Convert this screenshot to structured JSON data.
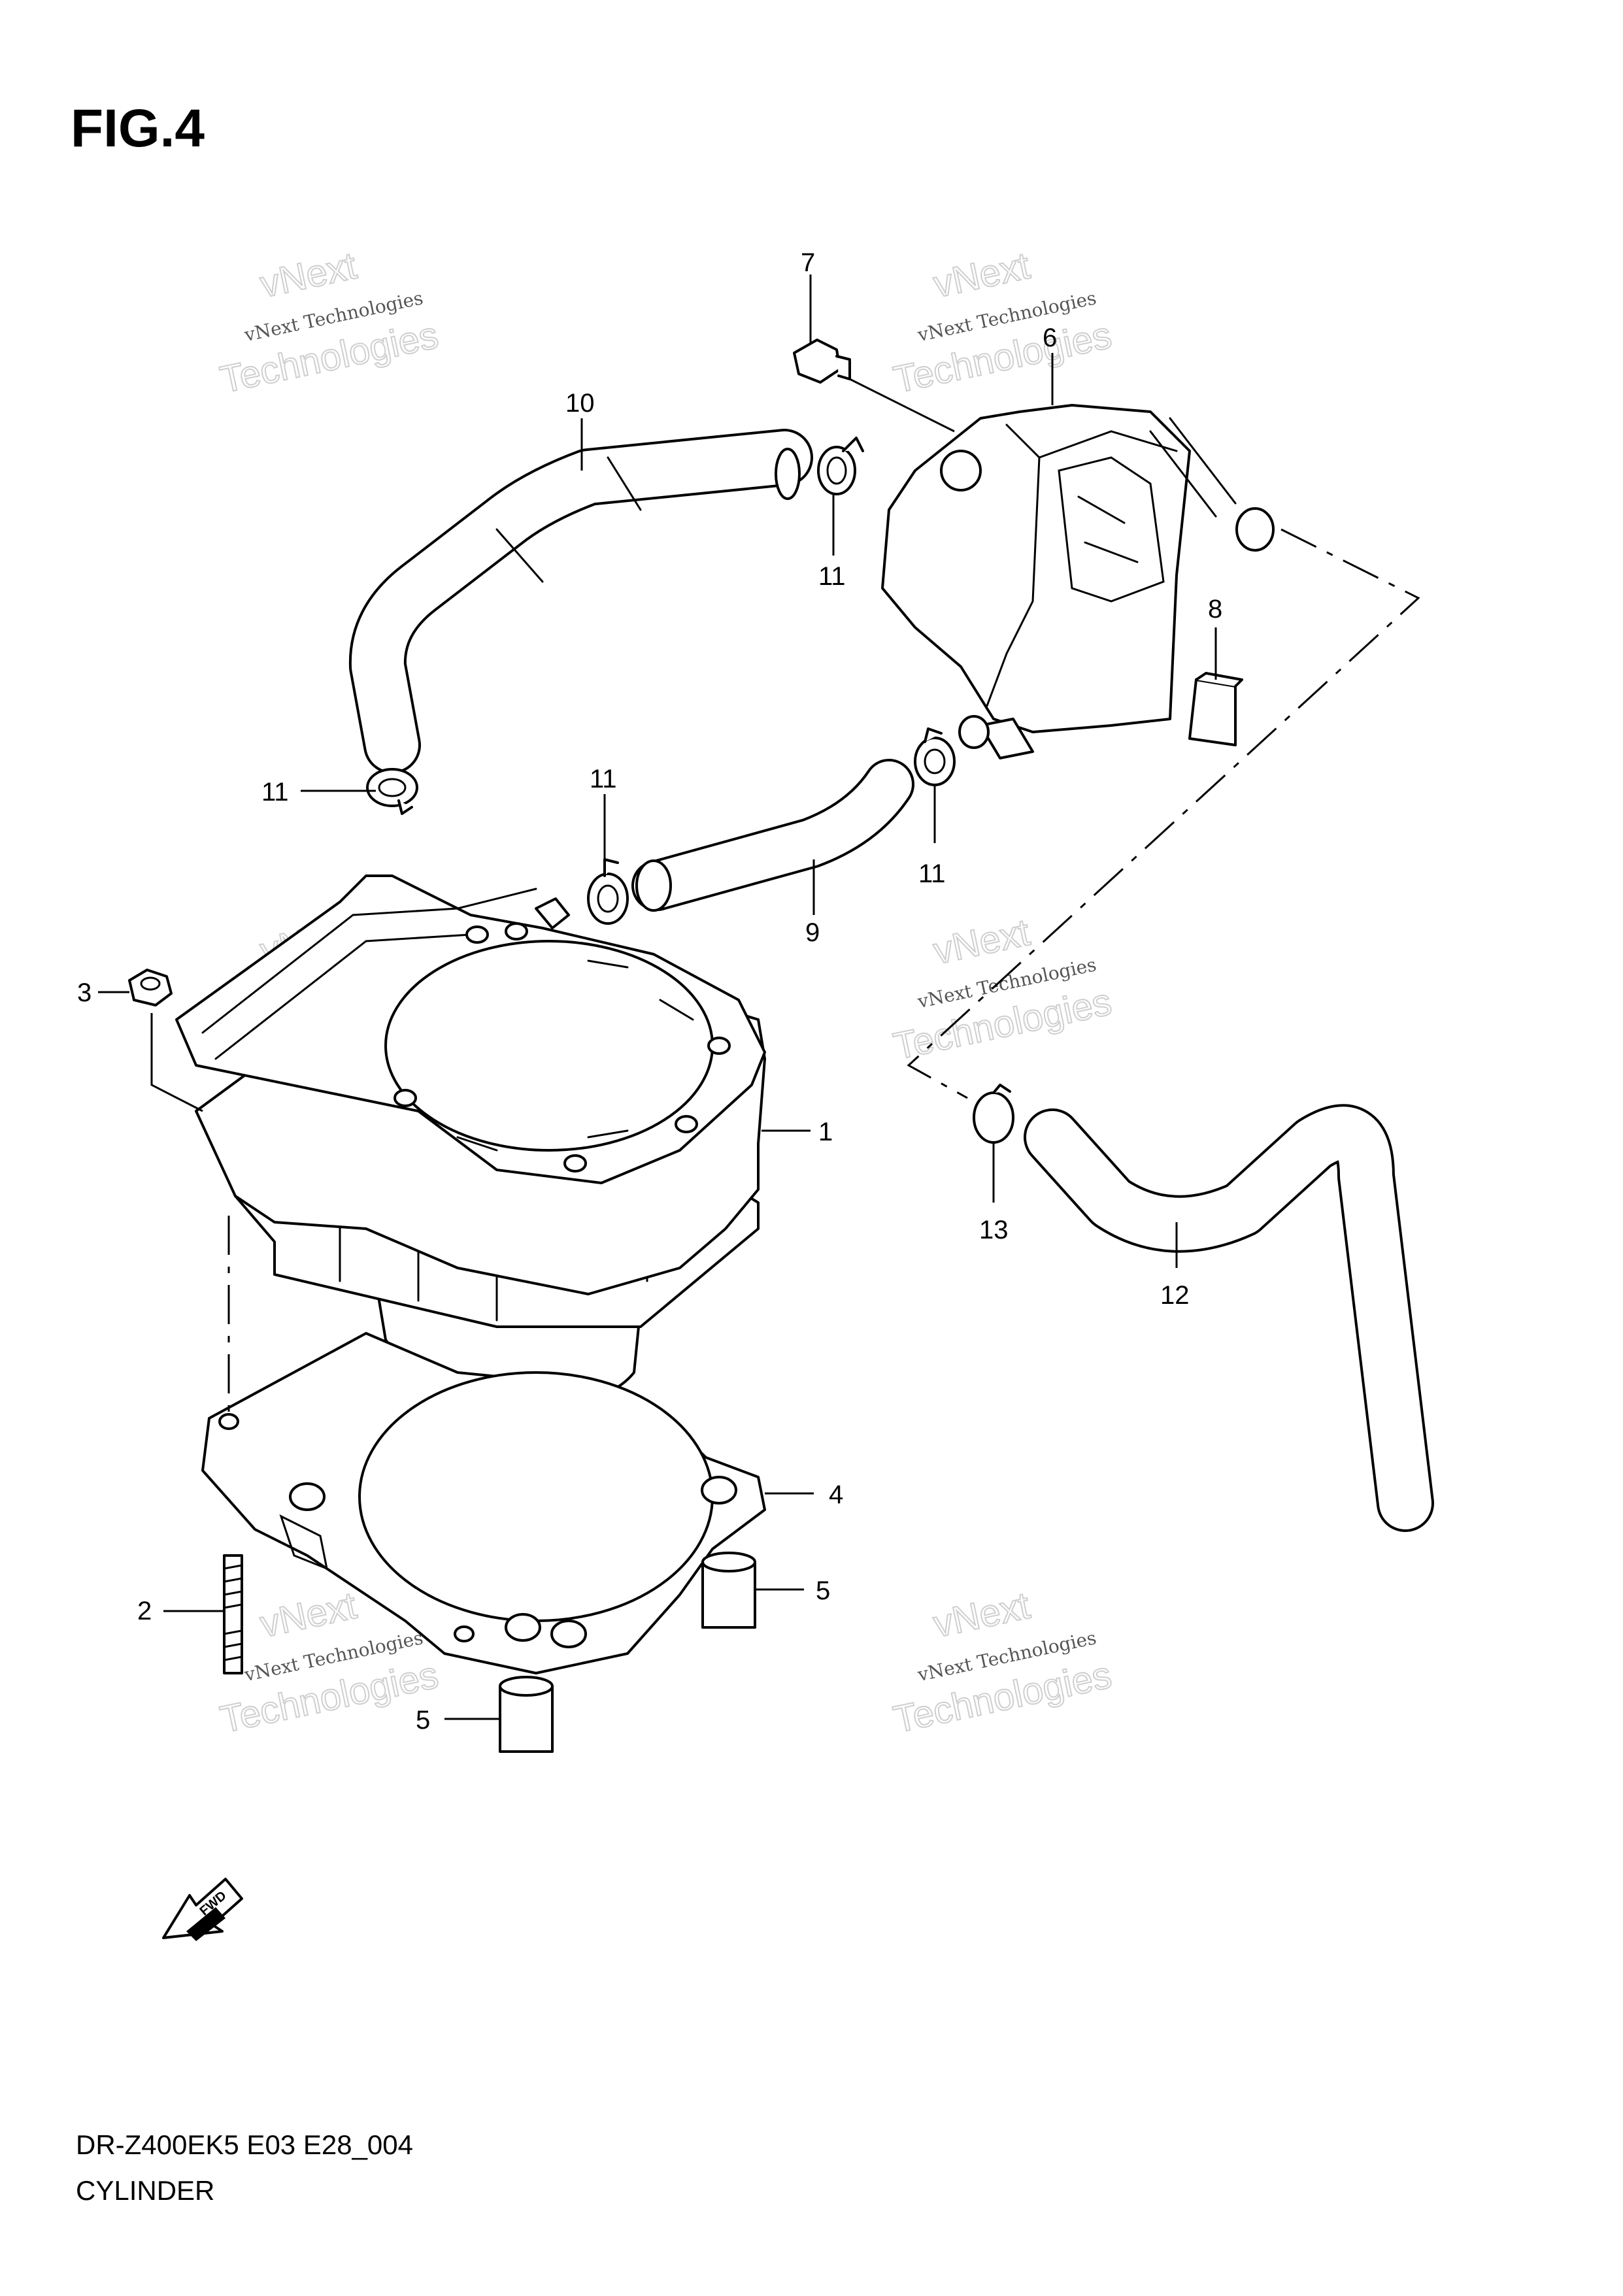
{
  "figure_title": "FIG.4",
  "model_code": "DR-Z400EK5 E03 E28_004",
  "section_name": "CYLINDER",
  "fwd_badge": "FWD",
  "watermark": {
    "line1": "vNext",
    "line2": "vNext Technologies",
    "line3": "Technologies"
  },
  "callouts": {
    "c1": "1",
    "c2": "2",
    "c3": "3",
    "c4": "4",
    "c5a": "5",
    "c5b": "5",
    "c6": "6",
    "c7": "7",
    "c8": "8",
    "c9": "9",
    "c10": "10",
    "c11a": "11",
    "c11b": "11",
    "c11c": "11",
    "c11d": "11",
    "c12": "12",
    "c13": "13"
  }
}
